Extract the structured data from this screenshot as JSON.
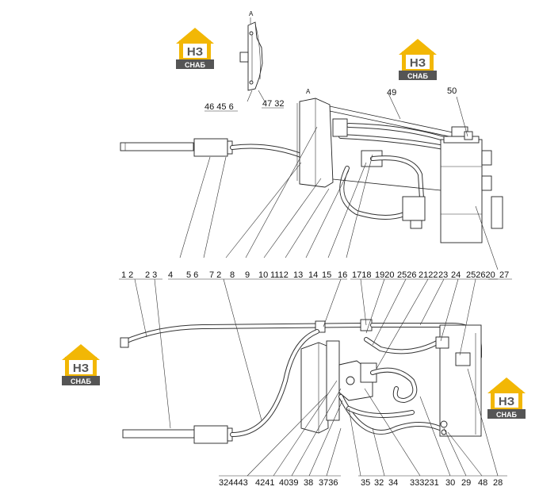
{
  "logo": {
    "brand": "НЗ",
    "sub": "СНАБ",
    "color_yellow": "#f2b705",
    "color_gray": "#555555"
  },
  "view_marker": "A",
  "labels_top": {
    "detail": "46 45 6",
    "detail2": "47 32",
    "p49": "49",
    "p50": "50",
    "row1": [
      "4",
      "5 6",
      "7 2",
      "8",
      "9",
      "10",
      "1112",
      "13",
      "14",
      "15",
      "16",
      "27"
    ],
    "row2": [
      "1 2",
      "2 3",
      "1718",
      "1920",
      "2526",
      "2122",
      "23",
      "24",
      "252620"
    ]
  },
  "labels_bottom": [
    "324443",
    "4241",
    "4039",
    "38",
    "3736",
    "35",
    "32",
    "34",
    "333231",
    "30",
    "29",
    "48",
    "28"
  ]
}
